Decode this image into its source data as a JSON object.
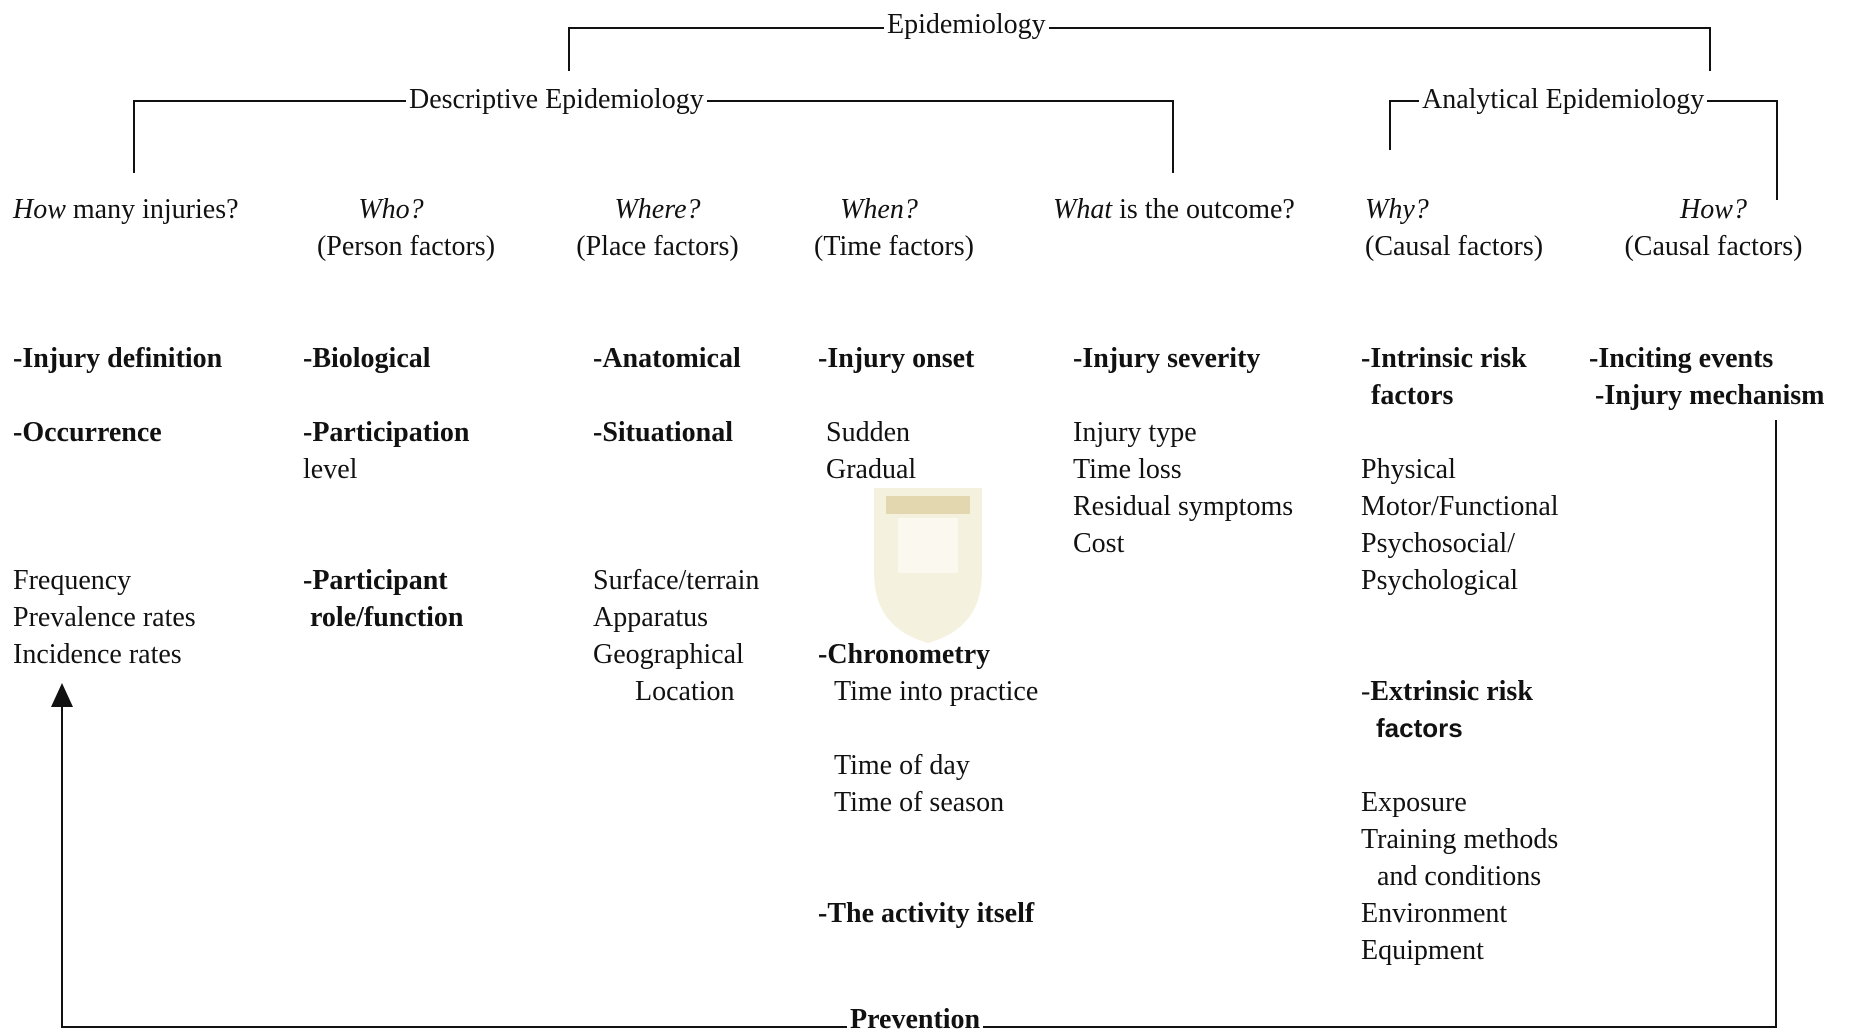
{
  "root": "Epidemiology",
  "descriptive": "Descriptive Epidemiology",
  "analytical": "Analytical Epidemiology",
  "prevention": "Prevention",
  "questions": {
    "how_many": {
      "em": "How",
      "rest": " many injuries?"
    },
    "who": {
      "q": "Who?",
      "sub": "(Person factors)"
    },
    "where": {
      "q": "Where?",
      "sub": "(Place factors)"
    },
    "when": {
      "q": "When?",
      "sub": "(Time factors)"
    },
    "what": {
      "em": "What",
      "rest": " is the outcome?"
    },
    "why": {
      "q": "Why?",
      "sub": "(Causal factors)"
    },
    "how": {
      "q": "How?",
      "sub": "(Causal factors)"
    }
  },
  "col_how_many": {
    "h1": "-Injury definition",
    "h2": "-Occurrence",
    "items": [
      "Frequency",
      "Prevalence rates",
      "Incidence rates"
    ]
  },
  "col_who": {
    "h1": "-Biological",
    "h2a": "-Participation",
    "h2b": "level",
    "h3a": "-Participant",
    "h3b": " role/function"
  },
  "col_where": {
    "h1": "-Anatomical",
    "h2": "-Situational",
    "items": [
      "Surface/terrain",
      "Apparatus",
      "Geographical",
      "Location"
    ]
  },
  "col_when": {
    "h1": "-Injury onset",
    "onset": [
      "Sudden",
      "Gradual"
    ],
    "h2": "-Chronometry",
    "chron": [
      "Time into practice",
      "",
      "Time of day",
      "Time of season"
    ],
    "h3": "-The activity itself"
  },
  "col_what": {
    "h1": "-Injury severity",
    "items": [
      "Injury type",
      "Time loss",
      "Residual symptoms",
      "Cost"
    ]
  },
  "col_why": {
    "h1a": "-Intrinsic risk",
    "h1b": "factors",
    "intrinsic": [
      "Physical",
      "Motor/Functional",
      "Psychosocial/",
      "Psychological"
    ],
    "h2a_dash": "-",
    "h2a": "Extrinsic risk",
    "h2b": "factors",
    "extrinsic": [
      "Exposure",
      "Training methods",
      "and conditions",
      "Environment",
      "Equipment"
    ]
  },
  "col_how": {
    "h1": "-Inciting events",
    "h2": "-Injury mechanism"
  },
  "colors": {
    "line": "#111111",
    "watermark": "#c9b14a"
  }
}
